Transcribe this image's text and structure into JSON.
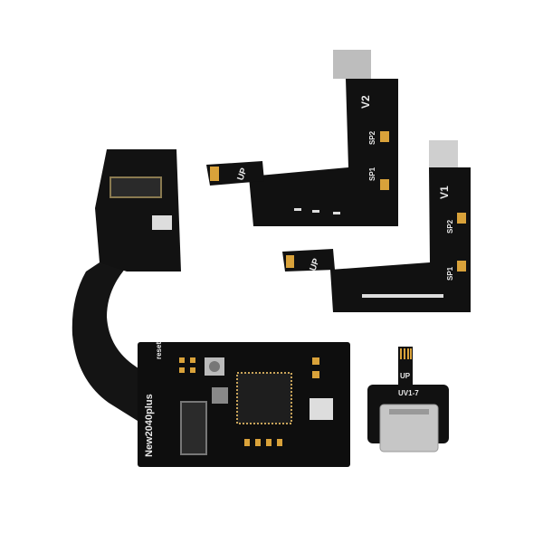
{
  "colors": {
    "pcb": "#111111",
    "gold": "#d9a23a",
    "silver": "#c9c9c9",
    "background": "#ffffff"
  },
  "v2_flex": {
    "up_label": "UP",
    "version_label": "V2",
    "sp2_label": "SP2",
    "sp1_label": "SP1"
  },
  "v1_flex": {
    "up_label": "UP",
    "version_label": "V1",
    "sp2_label": "SP2",
    "sp1_label": "SP1"
  },
  "main_board": {
    "reset_label": "reset",
    "model_label": "New2040plus"
  },
  "usb_board": {
    "up_label": "UP",
    "model_label": "UV1-7"
  }
}
